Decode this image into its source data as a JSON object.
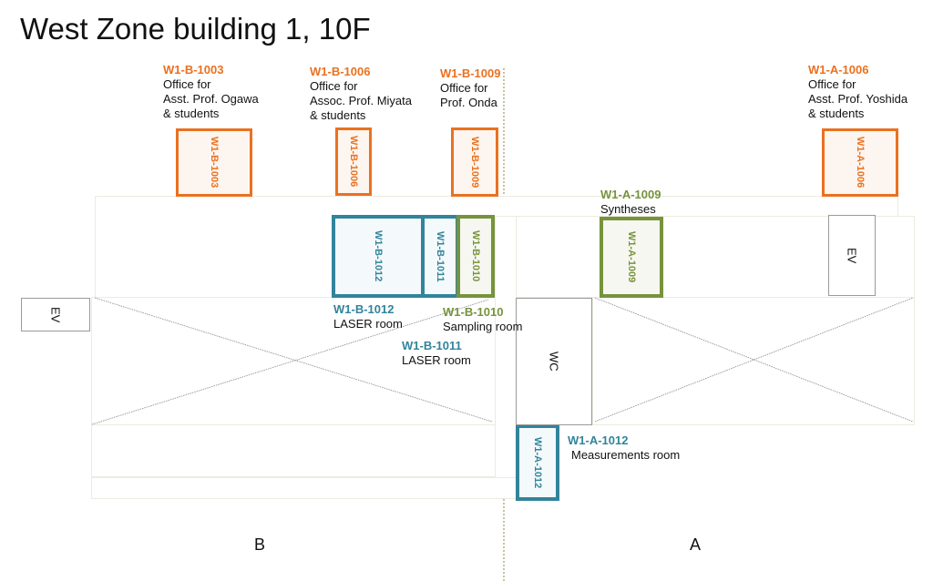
{
  "title": "West Zone building 1, 10F",
  "zones": {
    "left": "B",
    "right": "A"
  },
  "colors": {
    "office": "#ea7120",
    "laser": "#31849b",
    "chem": "#77933c",
    "divider": "#c9c29a"
  },
  "rooms": {
    "b1003": {
      "code": "W1-B-1003",
      "desc1": "Office for",
      "desc2": "Asst. Prof. Ogawa",
      "desc3": "& students"
    },
    "b1006": {
      "code": "W1-B-1006",
      "desc1": "Office for",
      "desc2": "Assoc. Prof. Miyata",
      "desc3": "& students"
    },
    "b1009": {
      "code": "W1-B-1009",
      "desc1": "Office for",
      "desc2": "Prof. Onda"
    },
    "a1006": {
      "code": "W1-A-1006",
      "desc1": "Office for",
      "desc2": "Asst. Prof. Yoshida",
      "desc3": "& students"
    },
    "a1009": {
      "code": "W1-A-1009",
      "desc1": "Syntheses"
    },
    "b1012": {
      "code": "W1-B-1012",
      "desc1": "LASER room"
    },
    "b1011": {
      "code": "W1-B-1011",
      "desc1": "LASER room"
    },
    "b1010": {
      "code": "W1-B-1010",
      "desc1": "Sampling room"
    },
    "a1012": {
      "code": "W1-A-1012",
      "desc1": "Measurements room"
    }
  },
  "facilities": {
    "ev_left": "EV",
    "ev_right": "EV",
    "wc": "WC"
  }
}
